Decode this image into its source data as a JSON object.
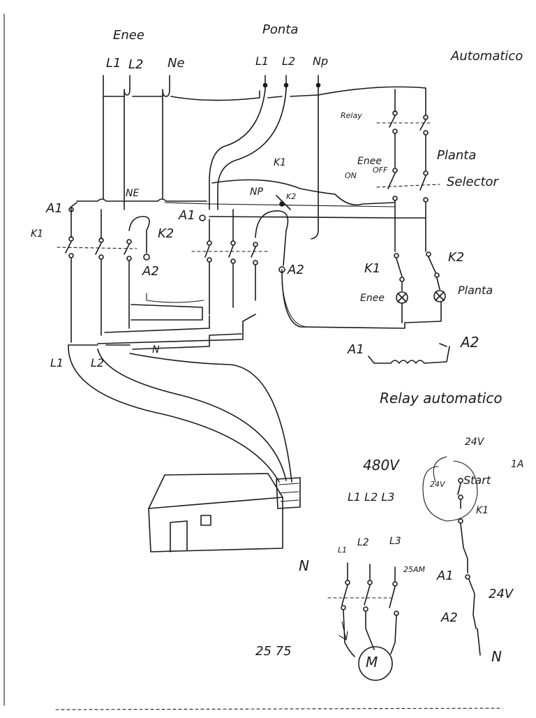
{
  "labels": {
    "enee": "Enee",
    "planta": "Ponta",
    "automatico_top": "Automatico",
    "enee_l1": "L1",
    "enee_l2": "L2",
    "enee_ne": "Ne",
    "planta_l1": "L1",
    "planta_l2": "L2",
    "planta_np": "Np",
    "relay": "Relay",
    "selector_enee": "Enee",
    "selector_on": "ON",
    "selector_off": "OFF",
    "planta_selector_1": "Planta",
    "planta_selector_2": "Selector",
    "k1_top": "K1",
    "ne_mid": "NE",
    "np_mid": "NP",
    "k2_mid": "K2",
    "a1_left": "A1",
    "k1_left": "K1",
    "a1_mid": "A1",
    "k2_left": "K2",
    "a2_left": "A2",
    "a2_mid": "A2",
    "k1_right": "K1",
    "k2_right": "K2",
    "enee_lamp": "Enee",
    "planta_lamp": "Planta",
    "out_l1": "L1",
    "out_l2": "L2",
    "out_n": "N",
    "coil_a1": "A1",
    "coil_a2": "A2",
    "relay_automatico": "Relay automatico",
    "v24_top": "24V",
    "v480": "480V",
    "v24_circle": "24V",
    "start": "Start",
    "one_a": "1A",
    "l1l2l3_top": "L1 L2 L3",
    "k1_start": "K1",
    "n_bottom": "N",
    "l1_bottom": "L1",
    "l2_bottom": "L2",
    "l3_bottom": "L3",
    "amp25": "25AM",
    "a1_bottom": "A1",
    "v24_bottom": "24V",
    "a2_bottom": "A2",
    "n_right_bottom": "N",
    "hp": "25 75",
    "motor": "M"
  }
}
